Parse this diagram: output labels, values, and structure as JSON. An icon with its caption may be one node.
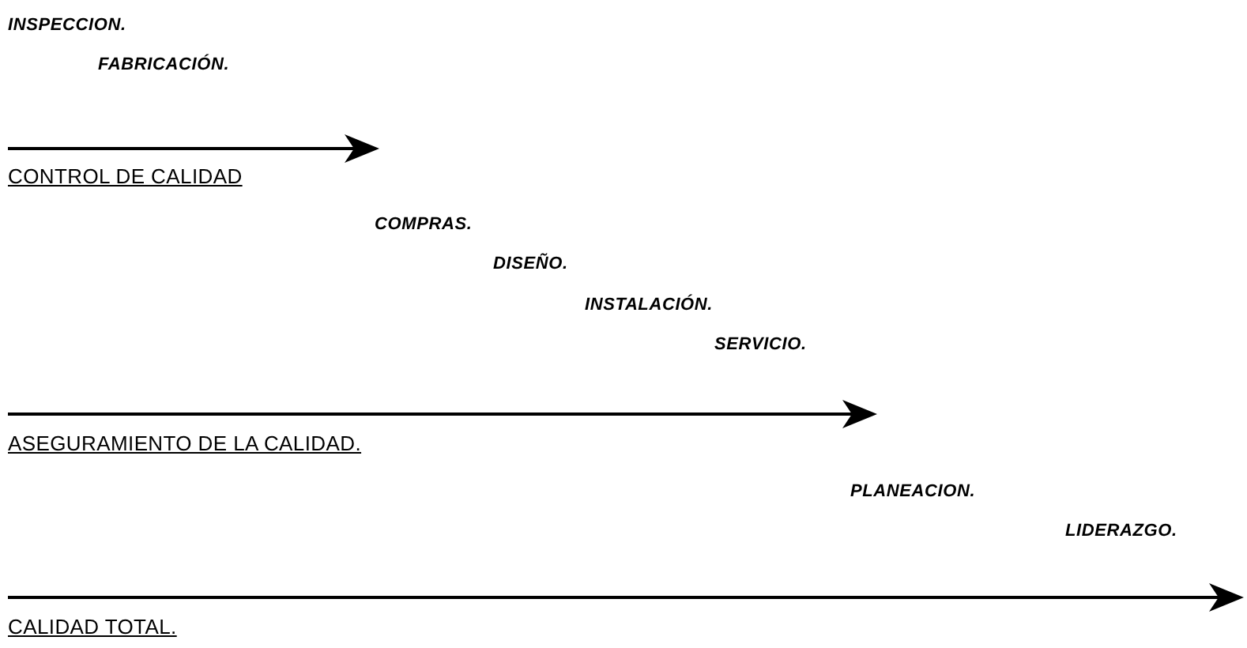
{
  "diagram": {
    "labels": [
      "INSPECCION.",
      "FABRICACIÓN.",
      "CONTROL DE CALIDAD",
      "COMPRAS.",
      "DISEÑO.",
      "INSTALACIÓN.",
      "SERVICIO.",
      "ASEGURAMIENTO DE LA CALIDAD.",
      "PLANEACION.",
      "LIDERAZGO.",
      "CALIDAD TOTAL."
    ]
  }
}
